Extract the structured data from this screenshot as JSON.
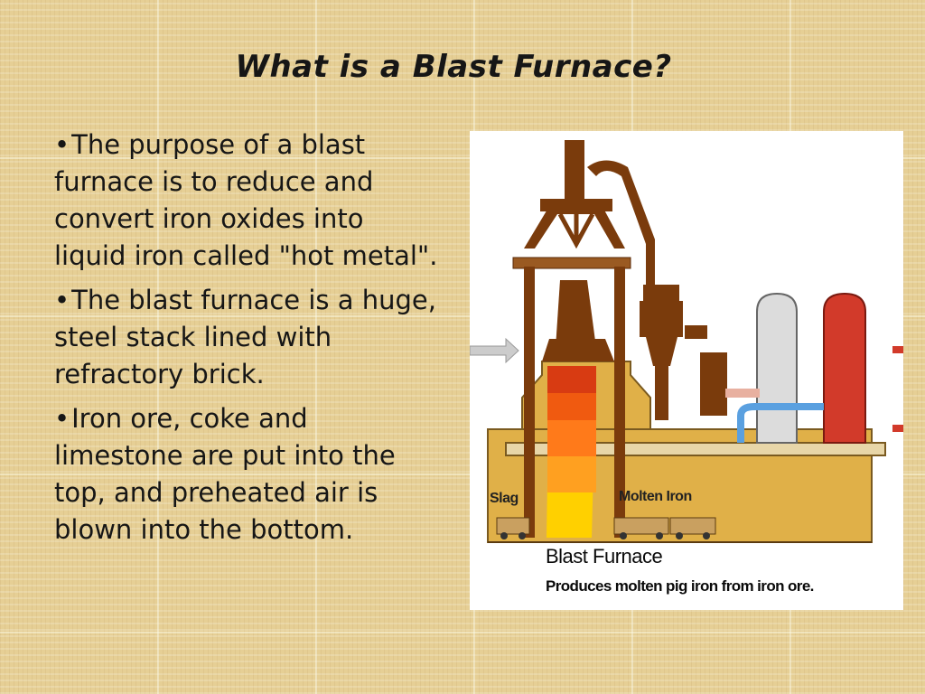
{
  "slide": {
    "title": "What is a Blast Furnace?",
    "bullets": [
      {
        "marker": "•",
        "text": "The purpose of a blast furnace is to reduce and convert iron oxides into liquid iron called \"hot metal\"."
      },
      {
        "marker": "•",
        "text": "The blast furnace is a huge, steel stack lined with refractory brick."
      },
      {
        "marker": "•",
        "text": "Iron ore, coke and limestone are put into the top, and preheated air is blown into the bottom."
      }
    ]
  },
  "figure": {
    "label_slag": "Slag",
    "label_molten_iron": "Molten Iron",
    "caption_title": "Blast Furnace",
    "caption_sub": "Produces molten pig iron from iron ore.",
    "colors": {
      "brown": "#7a3b0c",
      "base": "#e0b048",
      "red_stove": "#d23a2a",
      "grey_stove": "#dcdcdc",
      "hot_core": "#ff7a1a"
    }
  }
}
